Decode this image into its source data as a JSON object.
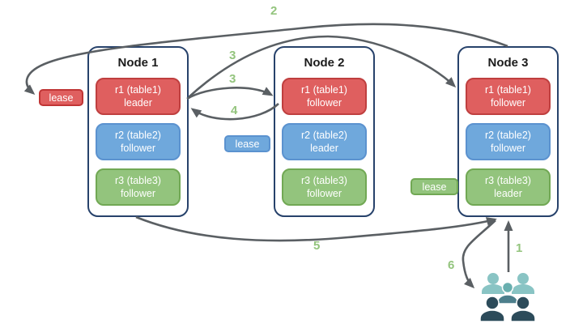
{
  "nodes": [
    {
      "title": "Node 1",
      "replicas": [
        {
          "name": "r1 (table1)",
          "role": "leader",
          "color": "red"
        },
        {
          "name": "r2 (table2)",
          "role": "follower",
          "color": "blue"
        },
        {
          "name": "r3 (table3)",
          "role": "follower",
          "color": "green"
        }
      ]
    },
    {
      "title": "Node 2",
      "replicas": [
        {
          "name": "r1 (table1)",
          "role": "follower",
          "color": "red"
        },
        {
          "name": "r2 (table2)",
          "role": "leader",
          "color": "blue"
        },
        {
          "name": "r3 (table3)",
          "role": "follower",
          "color": "green"
        }
      ]
    },
    {
      "title": "Node 3",
      "replicas": [
        {
          "name": "r1 (table1)",
          "role": "follower",
          "color": "red"
        },
        {
          "name": "r2 (table2)",
          "role": "follower",
          "color": "blue"
        },
        {
          "name": "r3 (table3)",
          "role": "leader",
          "color": "green"
        }
      ]
    }
  ],
  "leases": [
    {
      "label": "lease",
      "color": "red"
    },
    {
      "label": "lease",
      "color": "blue"
    },
    {
      "label": "lease",
      "color": "green"
    }
  ],
  "steps": [
    {
      "label": "1"
    },
    {
      "label": "2"
    },
    {
      "label": "3"
    },
    {
      "label": "3"
    },
    {
      "label": "4"
    },
    {
      "label": "5"
    },
    {
      "label": "6"
    }
  ],
  "icons": {
    "client": "people-group-icon"
  },
  "colors": {
    "red": "#df5f5f",
    "red_border": "#bf3f3f",
    "blue": "#6fa8dc",
    "blue_border": "#5b92cf",
    "green": "#93c47d",
    "green_border": "#71a854",
    "node_border": "#27426b",
    "arrow": "#5a5f63",
    "step_label": "#93c47d",
    "client_light": "#89c4c4",
    "client_mid": "#4d7f8c",
    "client_dark": "#2c4b5a"
  }
}
